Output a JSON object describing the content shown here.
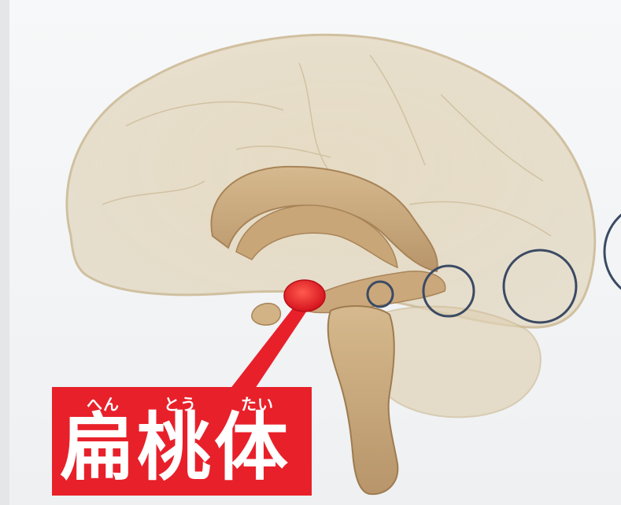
{
  "label": {
    "furigana": [
      "へん",
      "とう",
      "たい"
    ],
    "kanji": "扁桃体"
  },
  "highlight_color": "#e8202a",
  "circles": {
    "count": 4,
    "stroke_color": "#3b4a63"
  }
}
